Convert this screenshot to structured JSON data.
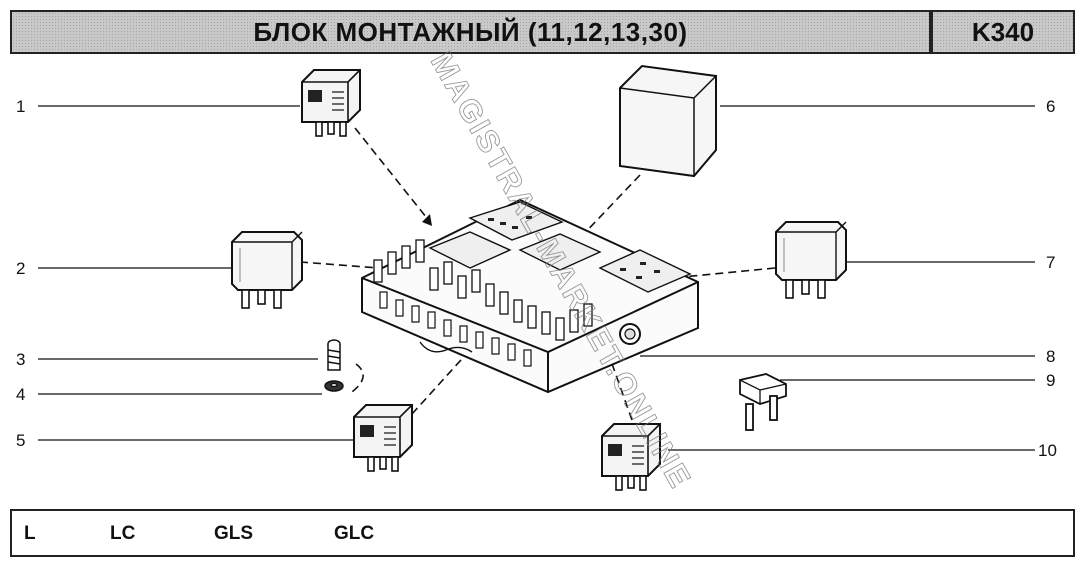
{
  "header": {
    "title": "БЛОК МОНТАЖНЫЙ (11,12,13,30)",
    "code": "K340"
  },
  "callouts": [
    "1",
    "2",
    "3",
    "4",
    "5",
    "6",
    "7",
    "8",
    "9",
    "10"
  ],
  "footer": {
    "variants": [
      "L",
      "LC",
      "GLS",
      "GLC"
    ]
  },
  "watermark": "MAGISTRAL-MARKET.ONLINE"
}
